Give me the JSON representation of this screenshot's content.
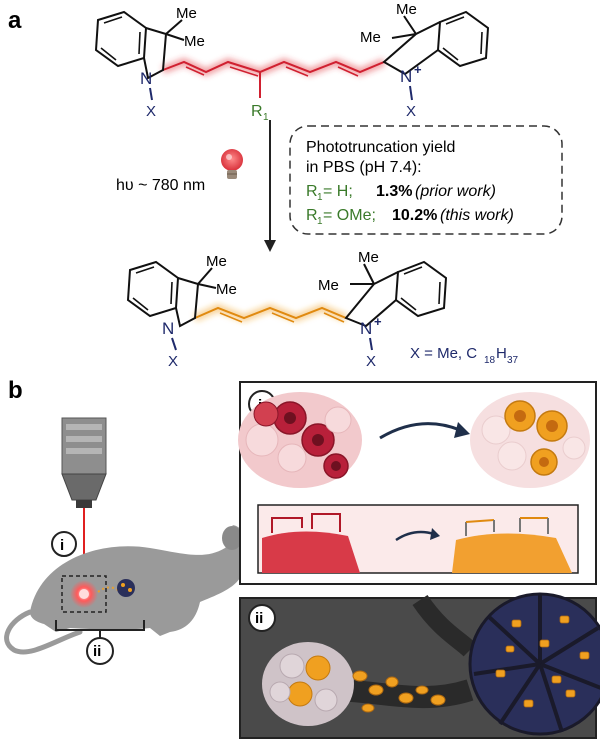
{
  "panel_a": {
    "label": "a",
    "me": "Me",
    "n": "N",
    "n_plus": "+",
    "x": "X",
    "r": "R",
    "r_sub": "1",
    "hv_prefix": "hυ ~ 780 nm",
    "box": {
      "line1": "Phototruncation yield",
      "line2": "in PBS (pH 7.4):",
      "row1_r": "R",
      "row1_sub": "1",
      "row1_val": " = H; ",
      "row1_bold": "1.3%",
      "row1_ital": " (prior work)",
      "row2_r": "R",
      "row2_sub": "1",
      "row2_val": " = OMe; ",
      "row2_bold": "10.2%",
      "row2_ital": " (this work)"
    },
    "x_def_prefix": "X = Me, C",
    "x_def_sub1": "18",
    "x_def_mid": "H",
    "x_def_sub2": "37"
  },
  "panel_b": {
    "label": "b",
    "marker_i": "i",
    "marker_ii": "ii"
  },
  "colors": {
    "red_chain": "#e0303a",
    "orange_chain": "#f0a020",
    "green_r": "#3a7a2a",
    "navy_x": "#1f2a6b",
    "gray_mouse": "#9a9a9a",
    "panel_border": "#222222"
  }
}
